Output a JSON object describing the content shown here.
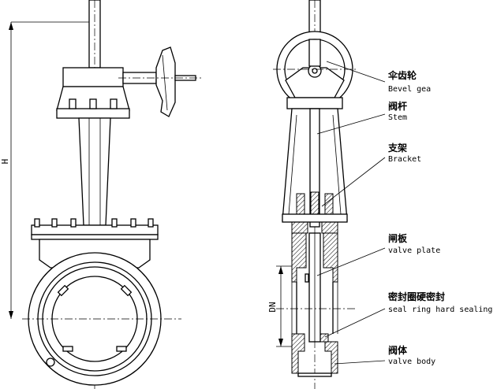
{
  "dimensions": {
    "height_label": "H",
    "diameter_label": "DN"
  },
  "callouts": [
    {
      "cn": "伞齿轮",
      "en": "Bevel gea"
    },
    {
      "cn": "阀杆",
      "en": "Stem"
    },
    {
      "cn": "支架",
      "en": "Bracket"
    },
    {
      "cn": "闸板",
      "en": "valve plate"
    },
    {
      "cn": "密封圈硬密封",
      "en": "seal ring hard sealing"
    },
    {
      "cn": "阀体",
      "en": "valve body"
    }
  ]
}
